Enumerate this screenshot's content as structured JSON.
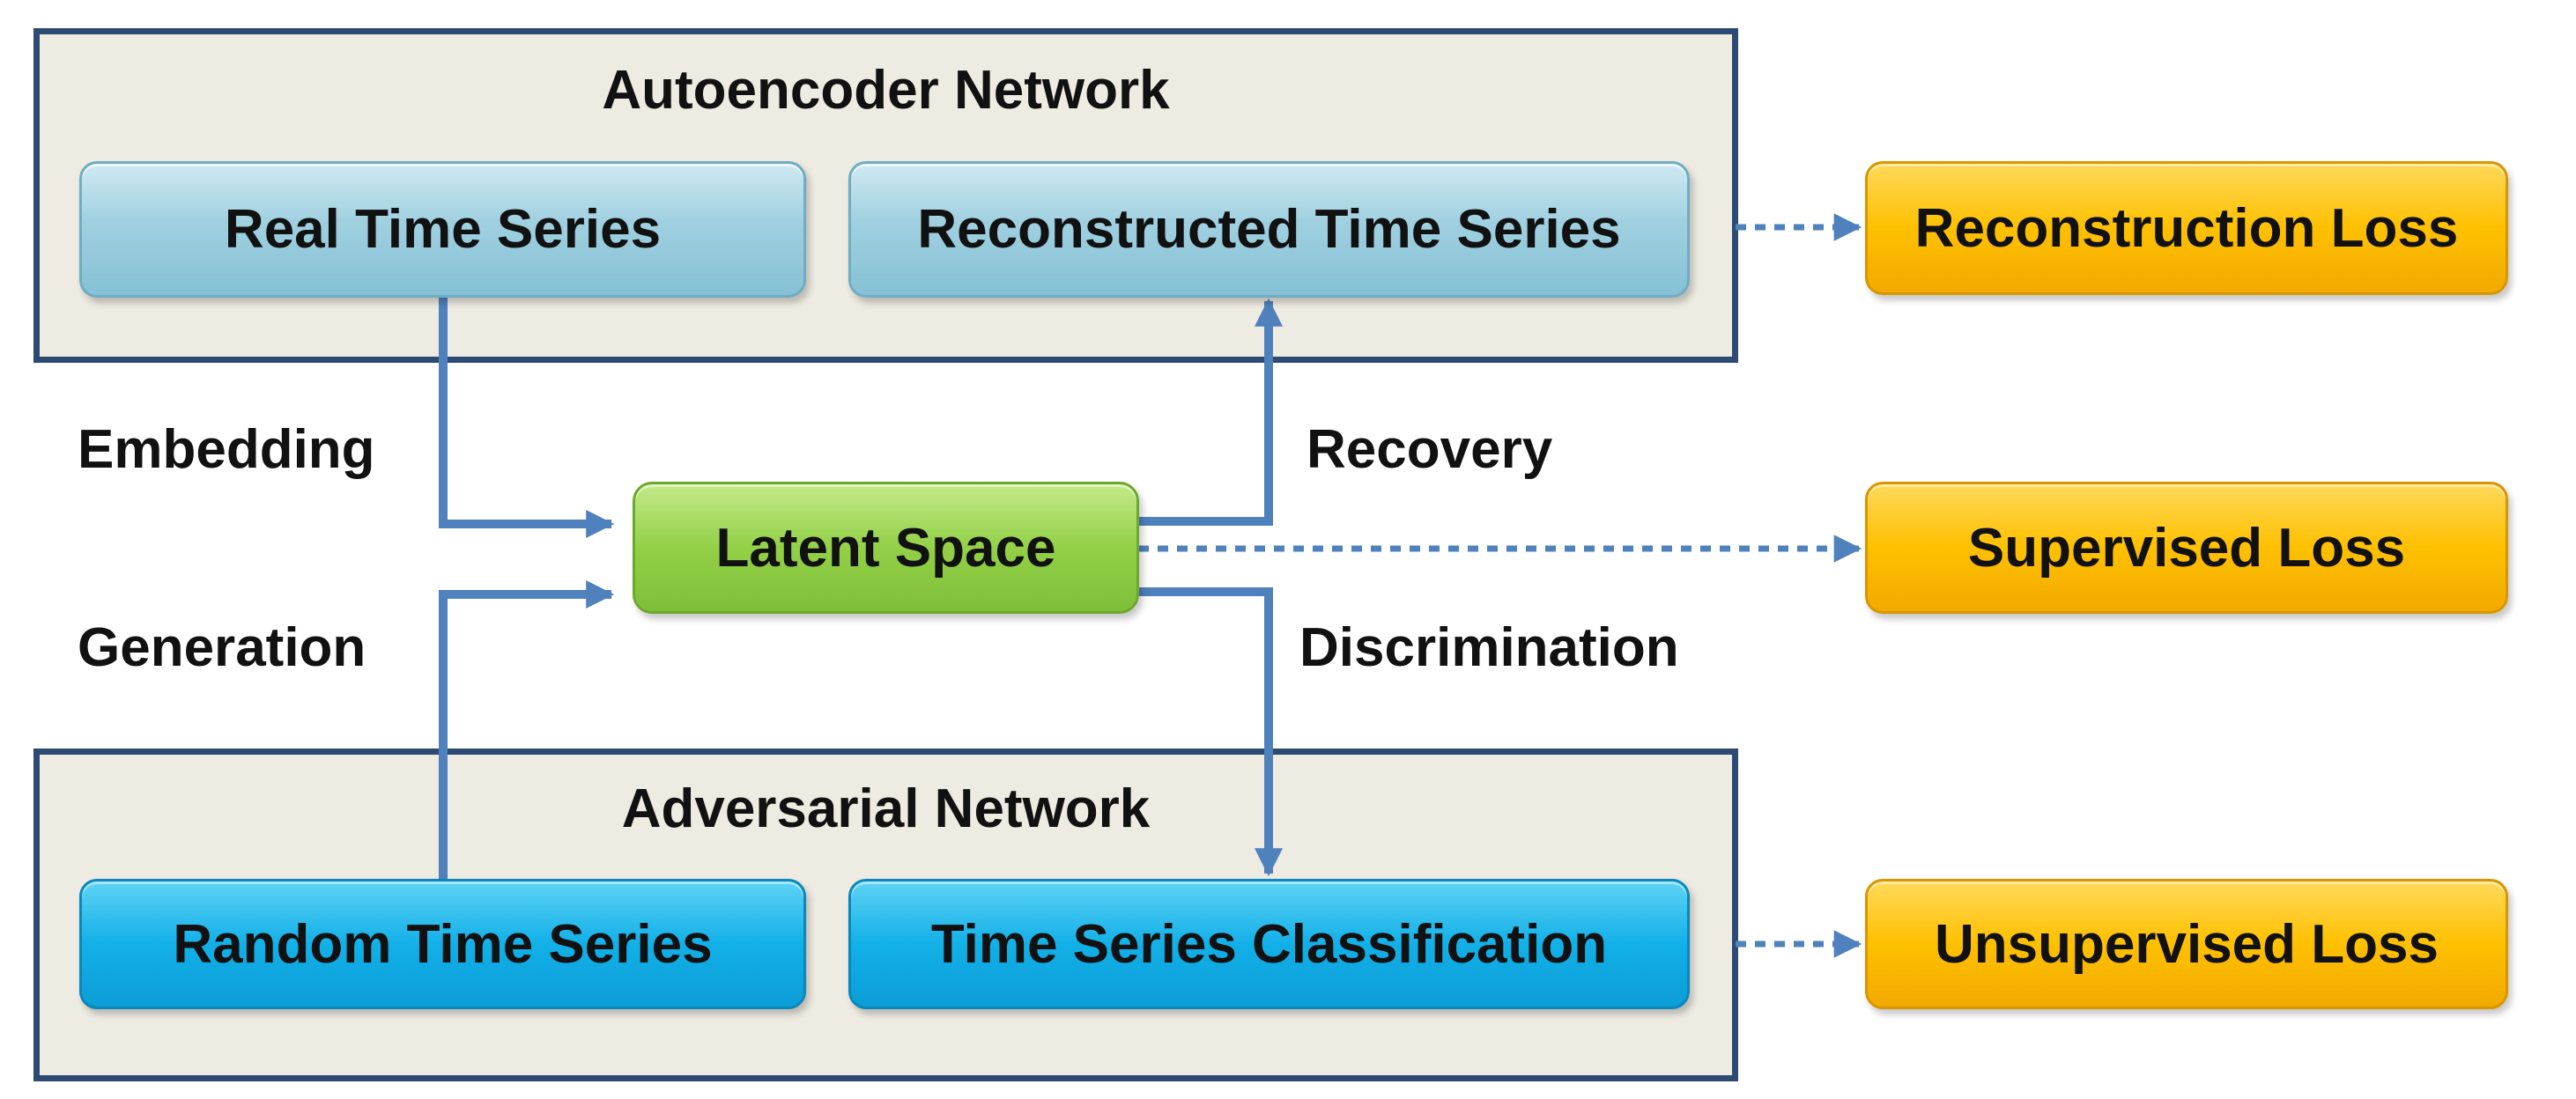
{
  "groups": {
    "autoencoder": {
      "title": "Autoencoder Network"
    },
    "adversarial": {
      "title": "Adversarial Network"
    }
  },
  "nodes": {
    "real_time_series": "Real Time Series",
    "reconstructed_time_series": "Reconstructed Time Series",
    "latent_space": "Latent Space",
    "random_time_series": "Random Time Series",
    "time_series_classification": "Time Series Classification",
    "reconstruction_loss": "Reconstruction Loss",
    "supervised_loss": "Supervised Loss",
    "unsupervised_loss": "Unsupervised Loss"
  },
  "edge_labels": {
    "embedding": "Embedding",
    "generation": "Generation",
    "recovery": "Recovery",
    "discrimination": "Discrimination"
  },
  "colors": {
    "group_border": "#2c4a72",
    "group_fill": "#eeebe2",
    "connector": "#4f81bd",
    "light_blue_node": "#9fd0e0",
    "bright_blue_node": "#12b0e8",
    "green_node": "#93d048",
    "gold_node": "#ffc000"
  }
}
